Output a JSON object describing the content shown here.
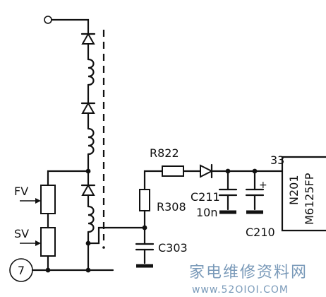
{
  "labels": {
    "fv": "FV",
    "sv": "SV",
    "terminal": "7",
    "r822": "R822",
    "r308": "R308",
    "c303": "C303",
    "c211": "C211",
    "c211_value": "10n",
    "c210": "C210",
    "pin": "33",
    "ic_ref": "N201",
    "ic_part": "M6125FP",
    "cap_polarity": "+"
  },
  "watermark": {
    "line1": "家电维修资料网",
    "line2": "www.52OIOI.COM"
  },
  "colors": {
    "ink": "#111111",
    "watermark": "#7a9ab9",
    "background": "#ffffff"
  }
}
